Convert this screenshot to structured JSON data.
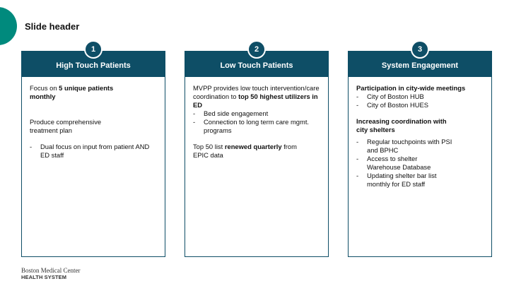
{
  "slide": {
    "title": "Slide header"
  },
  "cards": [
    {
      "number": "1",
      "title": "High Touch Patients",
      "focus_pre": "Focus on ",
      "focus_bold": "5 unique patients monthly",
      "plan": "Produce comprehensive treatment plan",
      "bullet": "Dual focus on input from patient AND ED staff"
    },
    {
      "number": "2",
      "title": "Low Touch Patients",
      "intro_pre": "MVPP provides low touch intervention/care coordination to ",
      "intro_bold": "top 50 highest utilizers in ED",
      "bullets": [
        "Bed side engagement",
        "Connection to long term care mgmt. programs"
      ],
      "list_pre": "Top 50 list ",
      "list_bold": "renewed quarterly",
      "list_post": " from EPIC data"
    },
    {
      "number": "3",
      "title": "System Engagement",
      "section1": "Participation in city-wide meetings",
      "section1_bullets": [
        "City of Boston HUB",
        "City of Boston HUES"
      ],
      "section2": "Increasing coordination with city shelters",
      "section2_bullets": [
        "Regular touchpoints with PSI and BPHC",
        "Access to shelter Warehouse Database",
        "Updating shelter bar list monthly for ED staff"
      ]
    }
  ],
  "footer": {
    "logo_line1": "Boston Medical Center",
    "logo_line2": "HEALTH SYSTEM"
  },
  "colors": {
    "accent": "#0e4e66",
    "dot": "#008a7d"
  },
  "icons": {
    "corner": "teal-circle"
  }
}
